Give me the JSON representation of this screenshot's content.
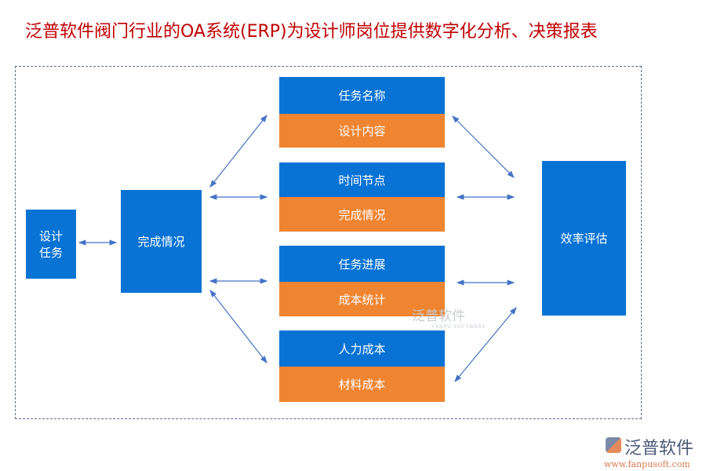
{
  "title": "泛普软件阀门行业的OA系统(ERP)为设计师岗位提供数字化分析、决策报表",
  "nodes": {
    "design_task": "设计\n任务",
    "completion": "完成情况",
    "groups": [
      {
        "top": "任务名称",
        "bottom": "设计内容"
      },
      {
        "top": "时间节点",
        "bottom": "完成情况"
      },
      {
        "top": "任务进展",
        "bottom": "成本统计"
      },
      {
        "top": "人力成本",
        "bottom": "材料成本"
      }
    ],
    "efficiency": "效率评估"
  },
  "watermark": {
    "name": "泛普软件",
    "sub": "FANPU SOFTWARE"
  },
  "logo": {
    "name": "泛普软件",
    "url": "www.fanpusoft.com"
  },
  "colors": {
    "blue": "#0873d4",
    "orange": "#ef8531",
    "arrow": "#4472c4",
    "title": "#c00000"
  }
}
